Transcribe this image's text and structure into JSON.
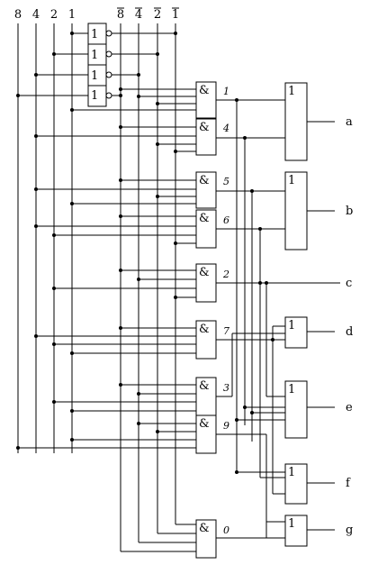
{
  "inputs": {
    "labels": [
      "8",
      "4",
      "2",
      "1"
    ],
    "inverted_labels": [
      "8",
      "4",
      "2",
      "1"
    ]
  },
  "inverter_symbol": "1",
  "and_symbol": "&",
  "or_symbol": "1",
  "digit_labels": [
    "1",
    "4",
    "5",
    "6",
    "2",
    "7",
    "3",
    "9",
    "0"
  ],
  "segment_outputs": [
    "a",
    "b",
    "c",
    "d",
    "e",
    "f",
    "g"
  ],
  "colors": {
    "line": "#000000",
    "background": "#ffffff"
  }
}
